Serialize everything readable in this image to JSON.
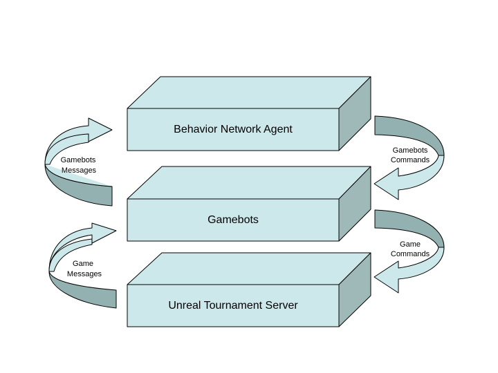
{
  "colors": {
    "box_front": "#cce8eb",
    "box_top": "#cde8ea",
    "box_side": "#9fb8b8",
    "arrow_front": "#cce8eb",
    "arrow_back": "#94b1b2",
    "stroke": "#000000"
  },
  "layers": [
    {
      "id": "agent",
      "label": "Behavior Network Agent"
    },
    {
      "id": "gamebots",
      "label": "Gamebots"
    },
    {
      "id": "server",
      "label": "Unreal Tournament Server"
    }
  ],
  "flows": {
    "gamebots_messages": {
      "line1": "Gamebots",
      "line2": "Messages"
    },
    "gamebots_commands": {
      "line1": "Gamebots",
      "line2": "Commands"
    },
    "game_messages": {
      "line1": "Game",
      "line2": "Messages"
    },
    "game_commands": {
      "line1": "Game",
      "line2": "Commands"
    }
  }
}
